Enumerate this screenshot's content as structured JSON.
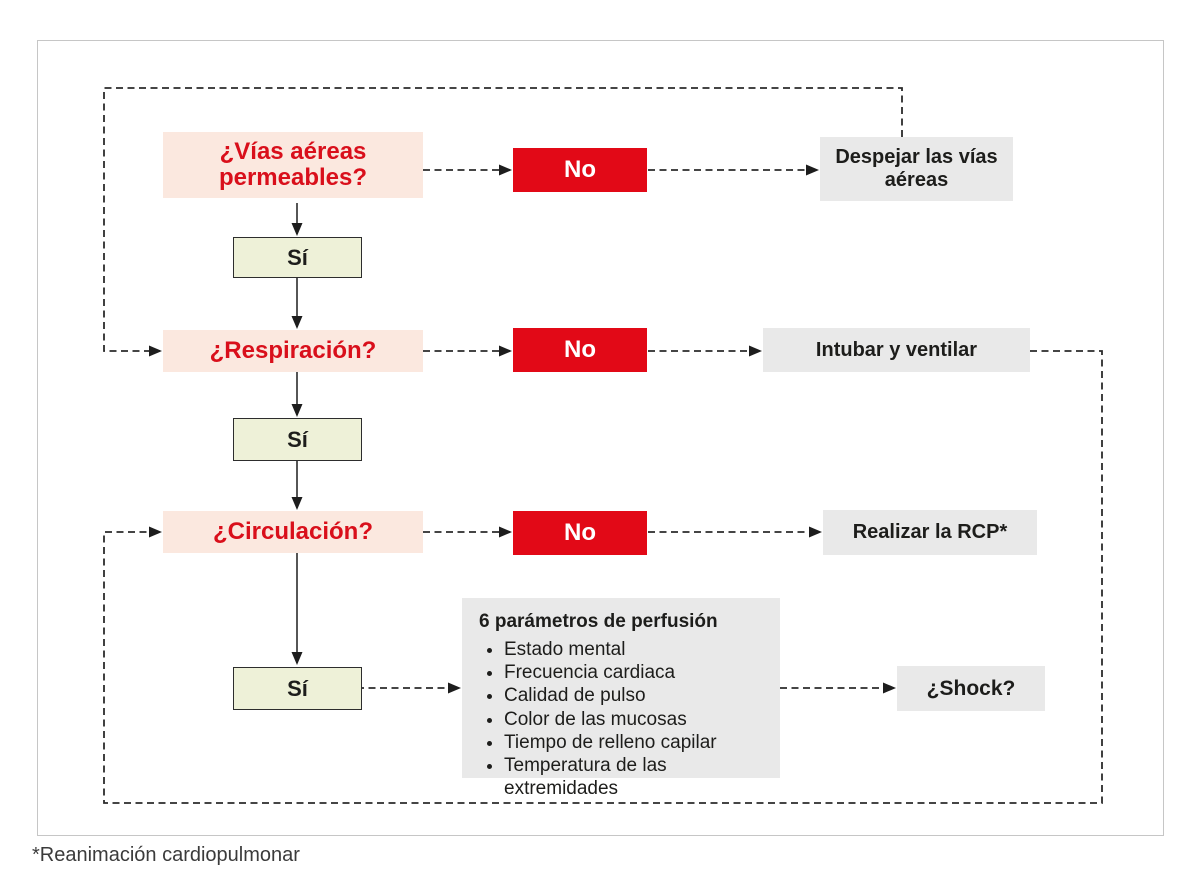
{
  "colors": {
    "question_fill": "#fbe8df",
    "question_text": "#d90f1b",
    "no_fill": "#e20917",
    "no_text": "#ffffff",
    "yes_fill": "#eef1d8",
    "yes_border": "#2d2d2d",
    "action_fill": "#e9e9e9",
    "dark_text": "#1d1d1b",
    "connector_line": "#2b2b2b"
  },
  "flowchart": {
    "airway": {
      "question": "¿Vías aéreas permeables?",
      "no_label": "No",
      "no_action": "Despejar las vías aéreas",
      "yes_label": "Sí"
    },
    "breathing": {
      "question": "¿Respiración?",
      "no_label": "No",
      "no_action": "Intubar y ventilar",
      "yes_label": "Sí"
    },
    "circulation": {
      "question": "¿Circulación?",
      "no_label": "No",
      "no_action": "Realizar la RCP*",
      "yes_label": "Sí"
    },
    "perfusion": {
      "title": "6 parámetros de perfusión",
      "items": [
        "Estado mental",
        "Frecuencia cardiaca",
        "Calidad de pulso",
        "Color de las mucosas",
        "Tiempo de relleno capilar",
        "Temperatura de las extremidades"
      ]
    },
    "shock": {
      "label": "¿Shock?"
    }
  },
  "footnote": "*Reanimación cardiopulmonar"
}
